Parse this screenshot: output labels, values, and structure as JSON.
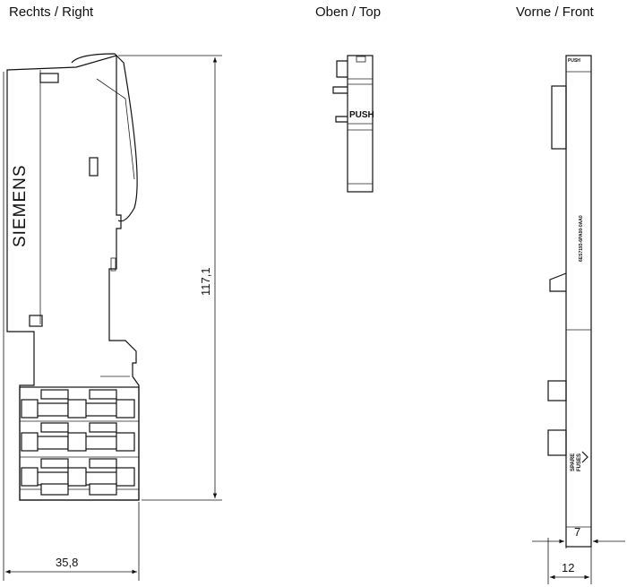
{
  "views": {
    "right": "Rechts / Right",
    "top": "Oben / Top",
    "front": "Vorne / Front"
  },
  "labels": {
    "brand": "SIEMENS",
    "push": "PUSH",
    "push_small": "PUSH",
    "part_number": "6ES7193-6PA00-0AA0",
    "spare_line1": "SPARE",
    "spare_line2": "FUSES"
  },
  "dimensions": {
    "height": "117,1",
    "width_right": "35,8",
    "front_7": "7",
    "front_12": "12"
  }
}
